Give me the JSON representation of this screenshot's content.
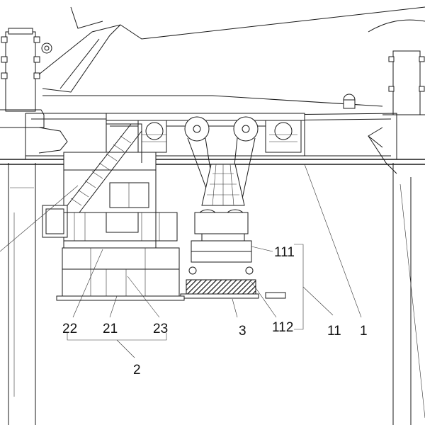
{
  "labels": {
    "l22": "22",
    "l21": "21",
    "l23": "23",
    "l2": "2",
    "l3": "3",
    "l111": "111",
    "l112": "112",
    "l11": "11",
    "l1": "1"
  },
  "colors": {
    "line": "#1a1a1a",
    "background": "#ffffff"
  }
}
